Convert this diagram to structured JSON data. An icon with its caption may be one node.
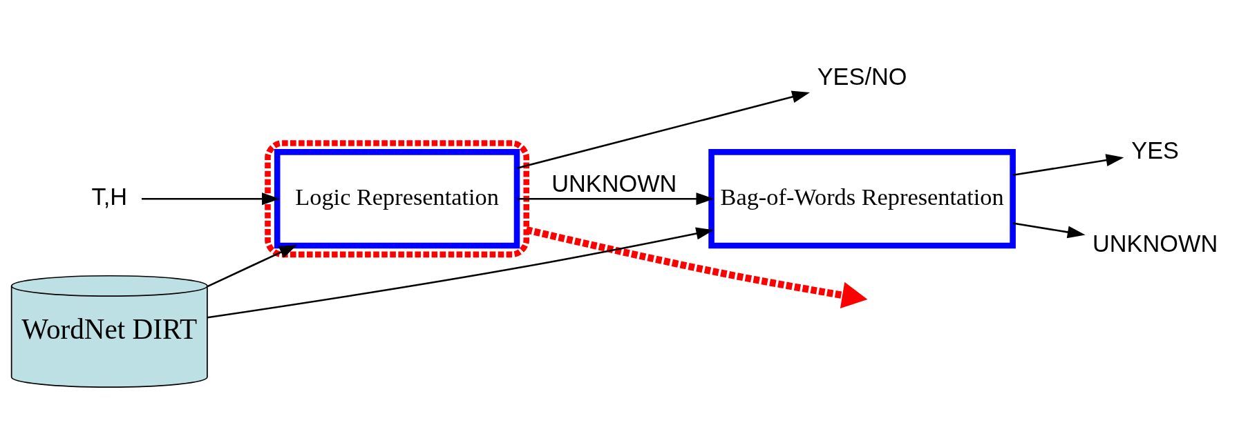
{
  "diagram": {
    "nodes": [
      {
        "text": [
          "T,H"
        ]
      },
      {
        "text": [],
        "shape": "ellipse"
      },
      {
        "text": [
          "Logic Representation"
        ],
        "in": 1
      },
      {
        "text": [
          "YES/NO"
        ]
      },
      {
        "text": [
          "Bag-of-Words Representation"
        ]
      },
      {
        "text": [
          "YES"
        ]
      },
      {
        "text": [
          "UNKNOWN"
        ]
      },
      {
        "text": [
          "WordNet DIRT"
        ]
      }
    ],
    "edges": [
      {
        "from": 0,
        "to": 2,
        "arrow": "to"
      },
      {
        "from": 2,
        "to": 3,
        "arrow": "to"
      },
      {
        "from": 2,
        "to": 4,
        "arrow": "to",
        "label": "UNKNOWN"
      },
      {
        "from": 4,
        "to": 5,
        "arrow": "to"
      },
      {
        "from": 4,
        "to": 6,
        "arrow": "to"
      },
      {
        "from": 7,
        "to": 2,
        "arrow": "to"
      },
      {
        "from": 7,
        "to": 4,
        "arrow": "to"
      },
      {
        "from": 1,
        "to": null,
        "arrow": "to",
        "style": "dashed",
        "color": "#ff0000"
      }
    ]
  }
}
